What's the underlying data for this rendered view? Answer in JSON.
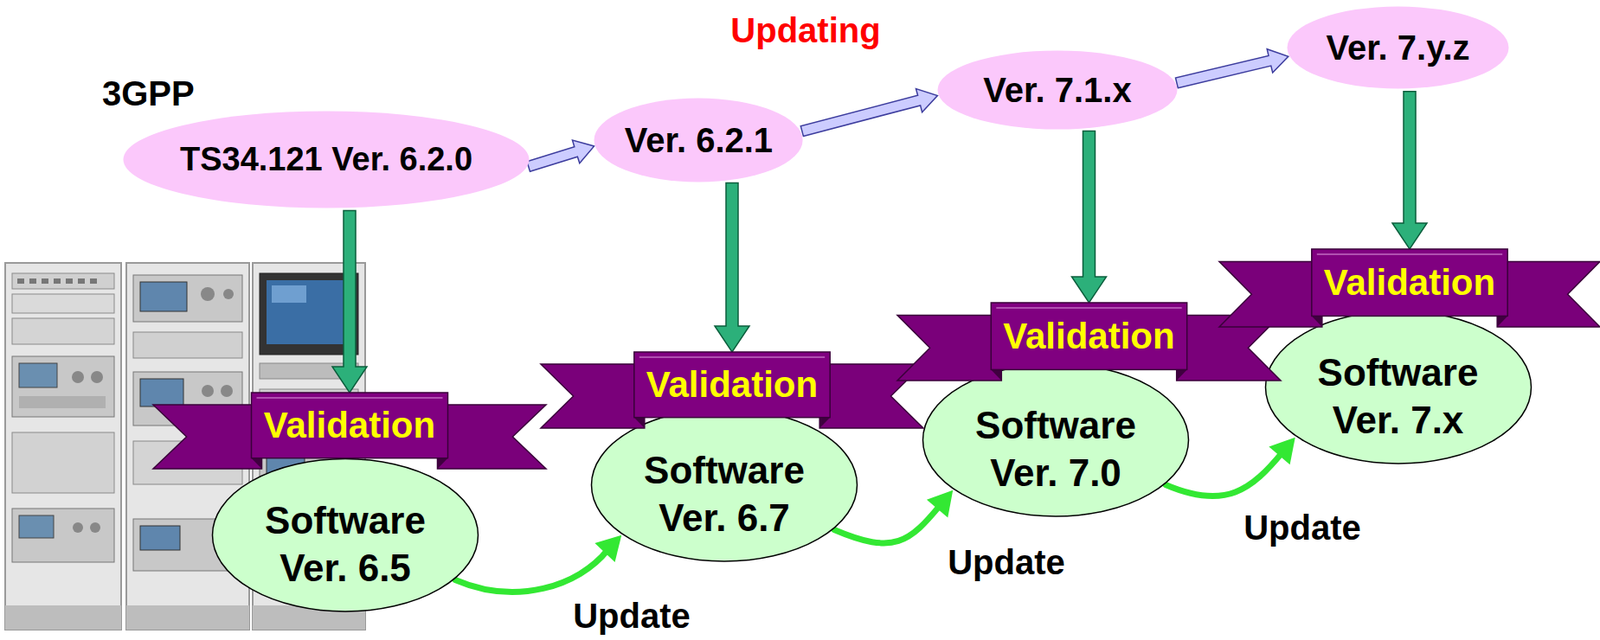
{
  "diagram": {
    "nodes": [
      {
        "text": [
          "3GPP",
          "TS34.121 Ver. 6.2.0"
        ]
      },
      {
        "text": [
          "Ver. 6.2.1"
        ]
      },
      {
        "text": [
          "Ver. 7.1.x"
        ]
      },
      {
        "text": [
          "Ver. 7.y.z"
        ]
      },
      {
        "text": [
          "Validation"
        ]
      },
      {
        "text": [
          "Software Ver. 6.5"
        ]
      },
      {
        "text": [
          "Validation"
        ]
      },
      {
        "text": [
          "Software Ver. 6.7"
        ]
      },
      {
        "text": [
          "Validation"
        ]
      },
      {
        "text": [
          "Software Ver. 7.0"
        ]
      },
      {
        "text": [
          "Validation"
        ]
      },
      {
        "text": [
          "Software Ver. 7.x"
        ]
      }
    ],
    "edges": [
      {
        "from": 0,
        "to": 1,
        "arrow": "to"
      },
      {
        "from": 1,
        "to": 2,
        "arrow": "to"
      },
      {
        "from": 2,
        "to": 3,
        "arrow": "to"
      },
      {
        "from": 0,
        "to": 4,
        "arrow": "to"
      },
      {
        "from": 1,
        "to": 6,
        "arrow": "to"
      },
      {
        "from": 2,
        "to": 8,
        "arrow": "to"
      },
      {
        "from": 3,
        "to": 10,
        "arrow": "to"
      },
      {
        "from": 5,
        "to": 7,
        "label": "Update",
        "arrow": "to"
      },
      {
        "from": 7,
        "to": 9,
        "label": "Update",
        "arrow": "to"
      },
      {
        "from": 9,
        "to": 11,
        "label": "Update",
        "arrow": "to"
      }
    ],
    "labels": [
      "Updating"
    ]
  }
}
